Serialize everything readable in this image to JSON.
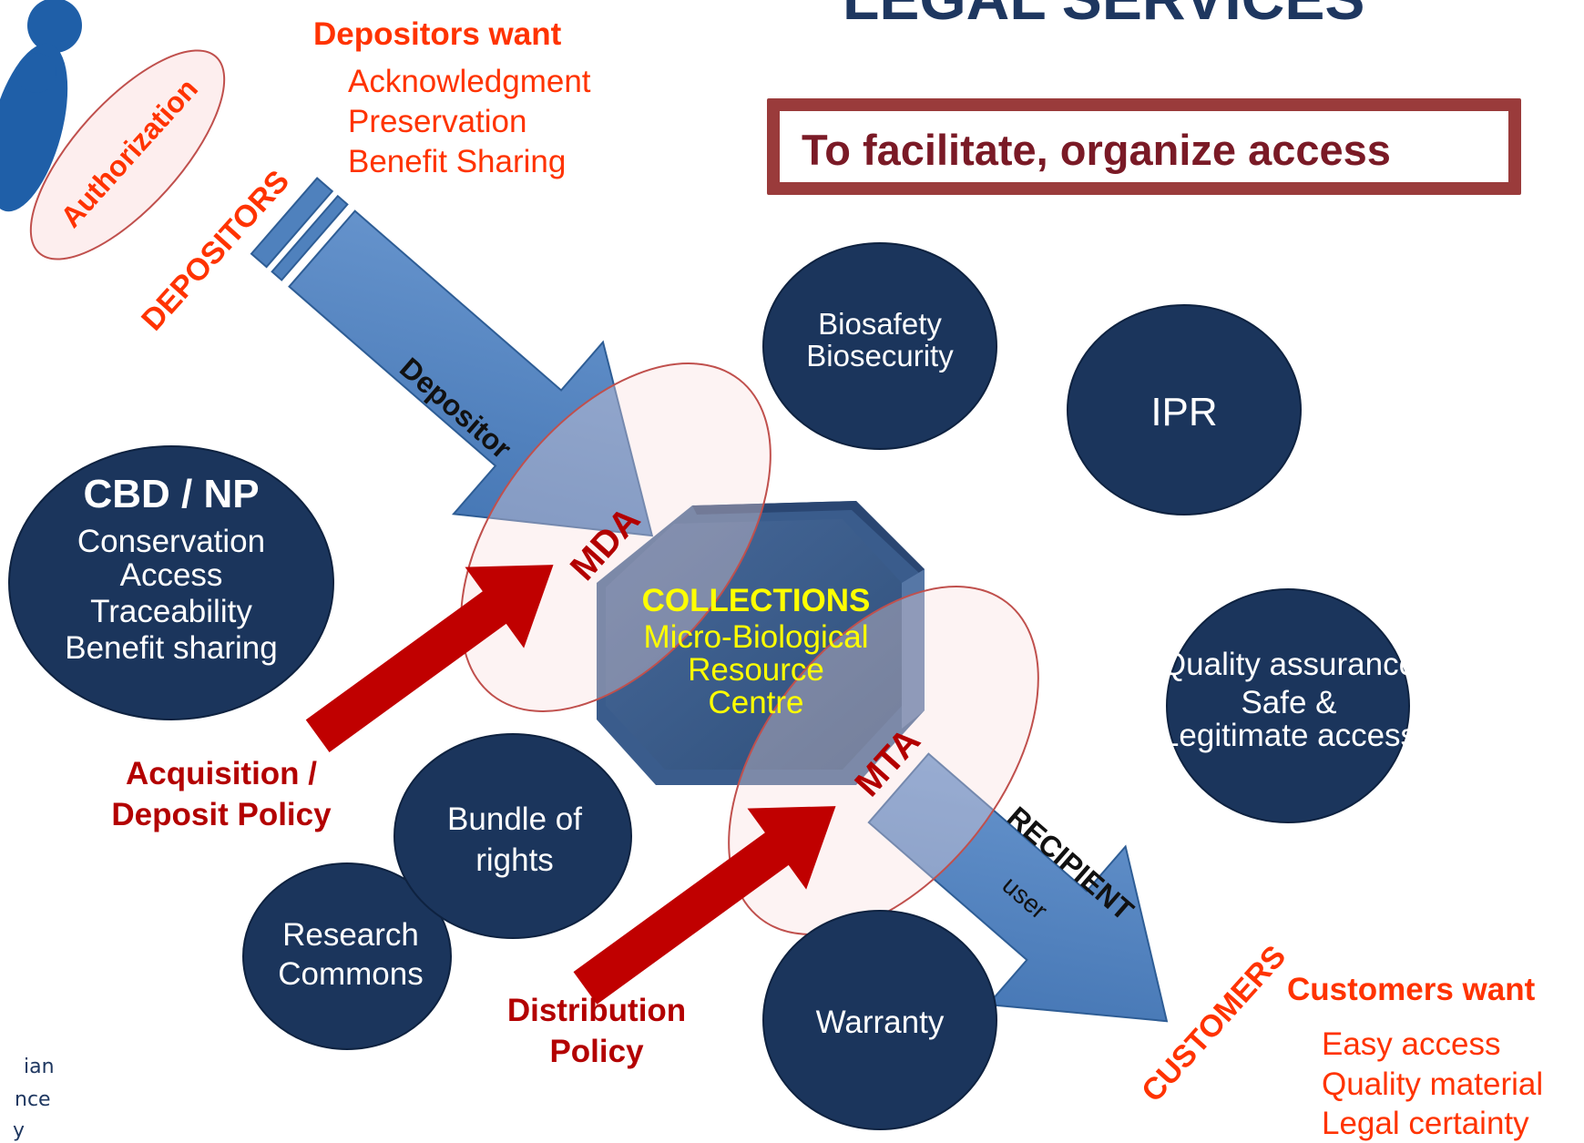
{
  "title": "LEGAL SERVICES",
  "tagline": "To facilitate, organize access",
  "depositors_want": {
    "heading": "Depositors want",
    "items": [
      "Acknowledgment",
      "Preservation",
      "Benefit Sharing"
    ]
  },
  "customers_want": {
    "heading": "Customers want",
    "items": [
      "Easy access",
      "Quality material",
      "Legal certainty"
    ]
  },
  "labels": {
    "authorization": "Authorization",
    "depositors": "DEPOSITORS",
    "depositor_arrow": "Depositor",
    "mda": "MDA",
    "mta": "MTA",
    "recipient": "RECIPIENT",
    "recipient_sub": "user",
    "customers": "CUSTOMERS",
    "acquisition_policy": [
      "Acquisition /",
      "Deposit Policy"
    ],
    "distribution_policy": [
      "Distribution",
      "Policy"
    ]
  },
  "collections": {
    "heading": "COLLECTIONS",
    "lines": [
      "Micro-Biological",
      "Resource",
      "Centre"
    ]
  },
  "circles": {
    "cbd": {
      "heading": "CBD / NP",
      "lines": [
        "Conservation",
        "Access",
        "Traceability",
        "Benefit sharing"
      ]
    },
    "biosafety": {
      "lines": [
        "Biosafety",
        "Biosecurity"
      ]
    },
    "ipr": {
      "lines": [
        "IPR"
      ]
    },
    "quality": {
      "lines": [
        "Quality assurance",
        "Safe &",
        "Legitimate access"
      ]
    },
    "bundle": {
      "lines": [
        "Bundle of",
        "rights"
      ]
    },
    "research": {
      "lines": [
        "Research",
        "Commons"
      ]
    },
    "warranty": {
      "lines": [
        "Warranty"
      ]
    }
  },
  "logo_text_fragments": [
    "ian",
    "nce",
    "y"
  ],
  "colors": {
    "circle_fill": "#1b355c",
    "arrow_blue": "#4f81bd",
    "arrow_red": "#c00000",
    "label_orange": "#ff3300",
    "label_red": "#b30000",
    "title_navy": "#1e3760",
    "box_border": "#9a3b3b",
    "collections_text": "#ffff00"
  }
}
